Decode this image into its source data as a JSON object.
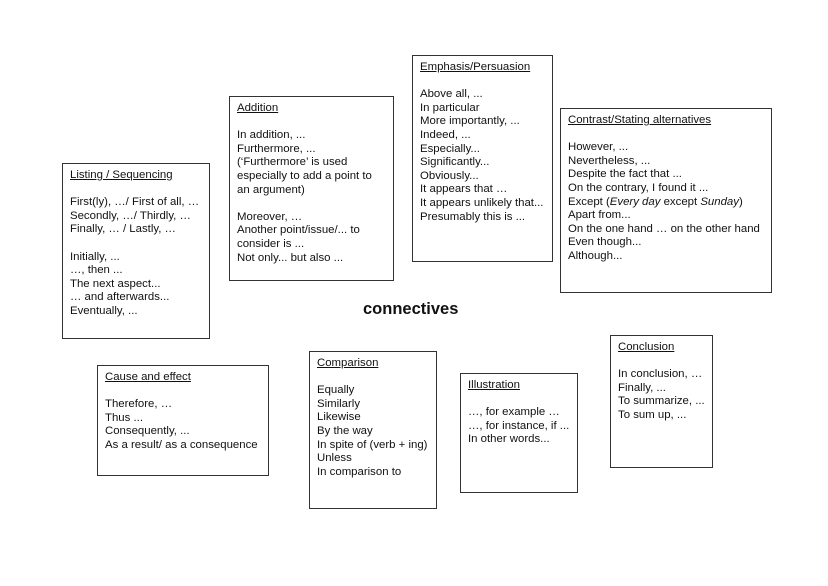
{
  "center_title": "connectives",
  "boxes": {
    "listing": {
      "title": "Listing / Sequencing",
      "lines": [
        "First(ly), …/ First of all, …",
        "Secondly, …/ Thirdly, …",
        "Finally, … / Lastly, …",
        "",
        "Initially, ...",
        "…, then ...",
        "The next aspect...",
        "… and afterwards...",
        "Eventually, ..."
      ]
    },
    "addition": {
      "title": "Addition",
      "lines": [
        "In addition, ...",
        "Furthermore, ...",
        "(‘Furthermore’ is used",
        "especially to add a point to",
        "an argument)",
        "",
        "Moreover, …",
        "Another point/issue/... to",
        "consider is ...",
        "Not only... but also ..."
      ]
    },
    "emphasis": {
      "title": "Emphasis/Persuasion",
      "lines": [
        "Above all, ...",
        "In particular",
        "More importantly, ...",
        "Indeed, ...",
        "Especially...",
        "Significantly...",
        "Obviously...",
        "It appears that …",
        "It appears unlikely that...",
        "Presumably this is ..."
      ]
    },
    "contrast": {
      "title": "Contrast/Stating alternatives",
      "lines": [
        "However, ...",
        "Nevertheless, ...",
        "Despite the fact that ...",
        "On the contrary, I found it ..."
      ],
      "except": {
        "prefix": "Except (",
        "italic1": "Every day",
        "middle": " except ",
        "italic2": "Sunday",
        "suffix": ")"
      },
      "lines_after": [
        "Apart from...",
        "On the one hand … on the other hand",
        "Even though...",
        "Although..."
      ]
    },
    "cause": {
      "title": "Cause and effect",
      "lines": [
        "Therefore, …",
        "Thus ...",
        "Consequently, ...",
        "As a result/ as a consequence"
      ]
    },
    "comparison": {
      "title": "Comparison",
      "lines": [
        "Equally",
        "Similarly",
        "Likewise",
        "By the way",
        "In spite of (verb + ing)",
        "Unless",
        "In comparison to"
      ]
    },
    "illustration": {
      "title": "Illustration",
      "lines": [
        "…, for example …",
        "…, for instance, if ...",
        "In other words..."
      ]
    },
    "conclusion": {
      "title": "Conclusion",
      "lines": [
        "In conclusion, …",
        "Finally, ...",
        "To summarize, ...",
        "To sum up, ..."
      ]
    }
  }
}
